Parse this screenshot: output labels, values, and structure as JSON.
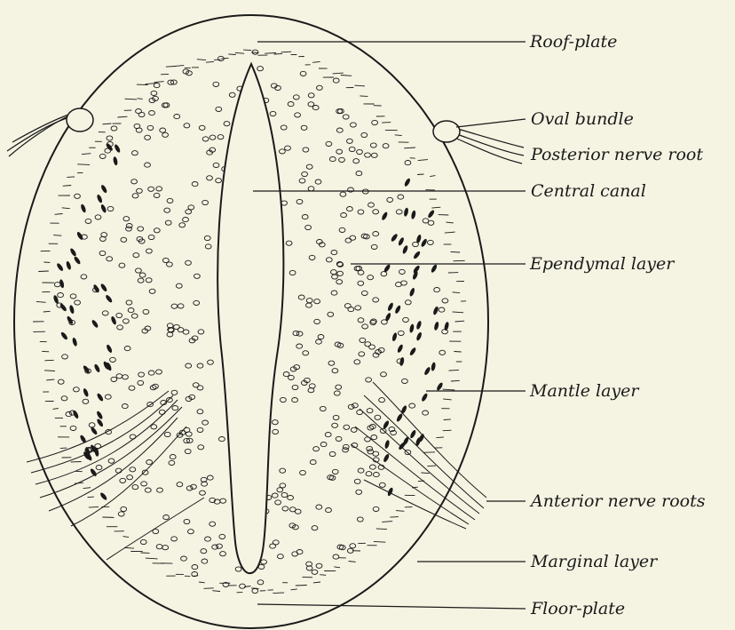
{
  "labels": {
    "roof_plate": "Roof-plate",
    "oval_bundle": "Oval bundle",
    "posterior_nerve_root": "Posterior nerve root",
    "central_canal": "Central canal",
    "ependymal_layer": "Ependymal layer",
    "mantle_layer": "Mantle layer",
    "anterior_nerve_roots": "Anterior nerve roots",
    "marginal_layer": "Marginal layer",
    "floor_plate": "Floor-plate"
  },
  "colors": {
    "background": "#f5f3e2",
    "ink": "#1a1a1a"
  }
}
